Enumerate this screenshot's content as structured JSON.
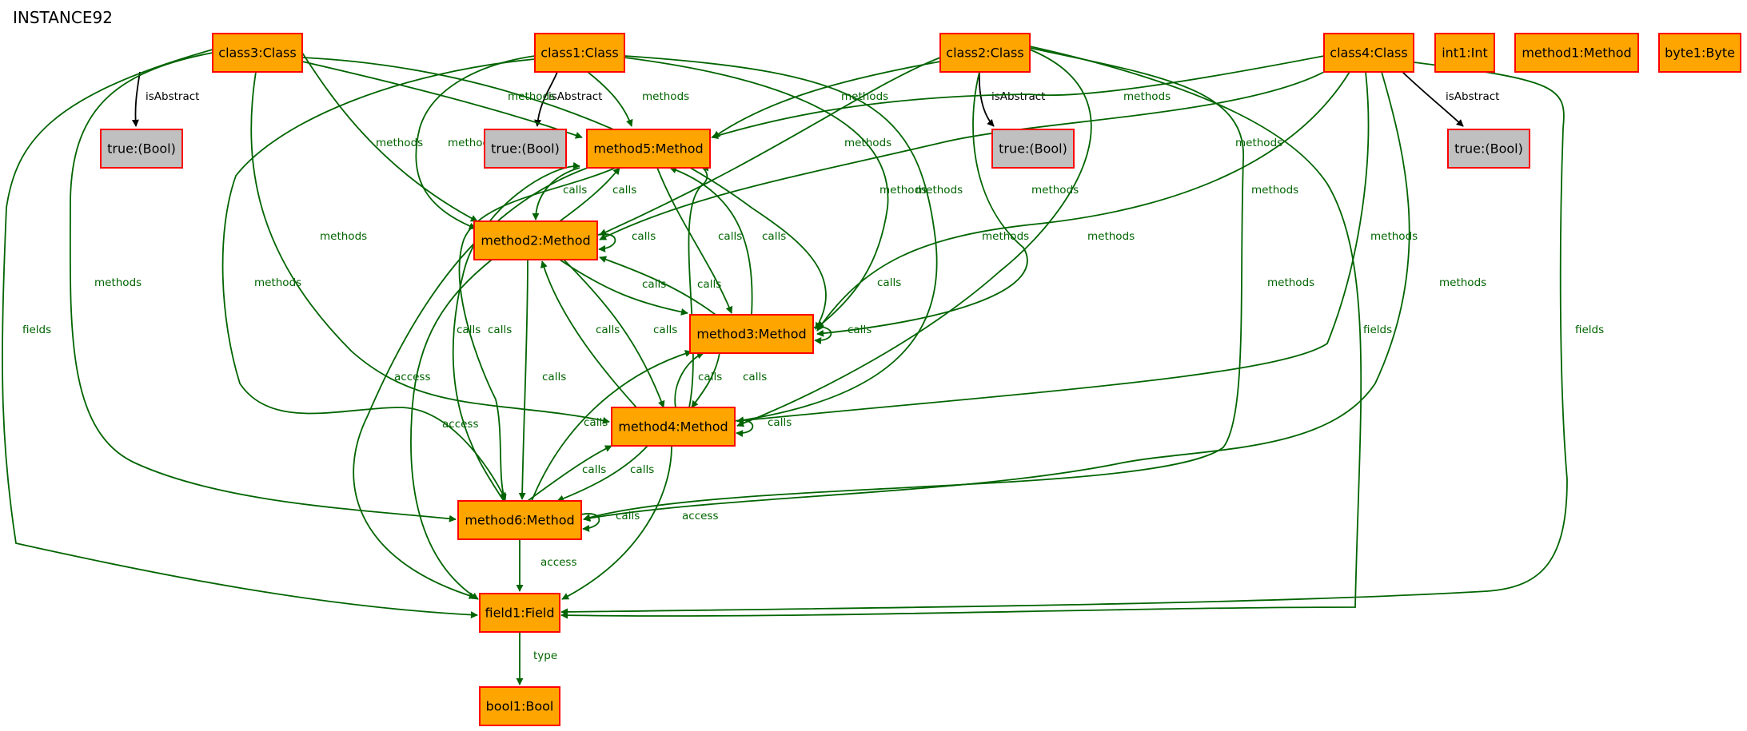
{
  "title": "INSTANCE92",
  "colors": {
    "object": "#ffa500",
    "value": "#c0c0c0",
    "border": "#ff0000",
    "ref_edge": "#006400",
    "attr_edge": "#000000"
  },
  "nodes": [
    {
      "id": "class3",
      "label": "class3:Class",
      "kind": "object"
    },
    {
      "id": "class1",
      "label": "class1:Class",
      "kind": "object"
    },
    {
      "id": "class2",
      "label": "class2:Class",
      "kind": "object"
    },
    {
      "id": "class4",
      "label": "class4:Class",
      "kind": "object"
    },
    {
      "id": "int1",
      "label": "int1:Int",
      "kind": "object"
    },
    {
      "id": "method1",
      "label": "method1:Method",
      "kind": "object"
    },
    {
      "id": "byte1",
      "label": "byte1:Byte",
      "kind": "object"
    },
    {
      "id": "tb1",
      "label": "true:(Bool)",
      "kind": "value"
    },
    {
      "id": "tb2",
      "label": "true:(Bool)",
      "kind": "value"
    },
    {
      "id": "method5",
      "label": "method5:Method",
      "kind": "object"
    },
    {
      "id": "tb3",
      "label": "true:(Bool)",
      "kind": "value"
    },
    {
      "id": "tb4",
      "label": "true:(Bool)",
      "kind": "value"
    },
    {
      "id": "method2",
      "label": "method2:Method",
      "kind": "object"
    },
    {
      "id": "method3",
      "label": "method3:Method",
      "kind": "object"
    },
    {
      "id": "method4",
      "label": "method4:Method",
      "kind": "object"
    },
    {
      "id": "method6",
      "label": "method6:Method",
      "kind": "object"
    },
    {
      "id": "field1",
      "label": "field1:Field",
      "kind": "object"
    },
    {
      "id": "bool1",
      "label": "bool1:Bool",
      "kind": "object"
    }
  ],
  "edges": [
    {
      "from": "class3",
      "to": "tb1",
      "label": "isAbstract",
      "kind": "attr"
    },
    {
      "from": "class1",
      "to": "tb2",
      "label": "isAbstract",
      "kind": "attr"
    },
    {
      "from": "class2",
      "to": "tb3",
      "label": "isAbstract",
      "kind": "attr"
    },
    {
      "from": "class4",
      "to": "tb4",
      "label": "isAbstract",
      "kind": "attr"
    },
    {
      "from": "class3",
      "to": "method5",
      "label": "methods",
      "kind": "ref"
    },
    {
      "from": "class3",
      "to": "method2",
      "label": "methods",
      "kind": "ref"
    },
    {
      "from": "class3",
      "to": "method3",
      "label": "methods",
      "kind": "ref"
    },
    {
      "from": "class3",
      "to": "method4",
      "label": "methods",
      "kind": "ref"
    },
    {
      "from": "class3",
      "to": "method6",
      "label": "methods",
      "kind": "ref"
    },
    {
      "from": "class3",
      "to": "field1",
      "label": "fields",
      "kind": "ref"
    },
    {
      "from": "class1",
      "to": "method5",
      "label": "methods",
      "kind": "ref"
    },
    {
      "from": "class1",
      "to": "method2",
      "label": "methods",
      "kind": "ref"
    },
    {
      "from": "class1",
      "to": "method6",
      "label": "methods",
      "kind": "ref"
    },
    {
      "from": "class1",
      "to": "method3",
      "label": "methods",
      "kind": "ref"
    },
    {
      "from": "class1",
      "to": "method4",
      "label": "methods",
      "kind": "ref"
    },
    {
      "from": "class2",
      "to": "method5",
      "label": "methods",
      "kind": "ref"
    },
    {
      "from": "class2",
      "to": "method2",
      "label": "methods",
      "kind": "ref"
    },
    {
      "from": "class2",
      "to": "method3",
      "label": "methods",
      "kind": "ref"
    },
    {
      "from": "class2",
      "to": "method4",
      "label": "methods",
      "kind": "ref"
    },
    {
      "from": "class2",
      "to": "method6",
      "label": "methods",
      "kind": "ref"
    },
    {
      "from": "class2",
      "to": "field1",
      "label": "fields",
      "kind": "ref"
    },
    {
      "from": "class4",
      "to": "method5",
      "label": "methods",
      "kind": "ref"
    },
    {
      "from": "class4",
      "to": "method2",
      "label": "methods",
      "kind": "ref"
    },
    {
      "from": "class4",
      "to": "method3",
      "label": "methods",
      "kind": "ref"
    },
    {
      "from": "class4",
      "to": "method4",
      "label": "methods",
      "kind": "ref"
    },
    {
      "from": "class4",
      "to": "method6",
      "label": "methods",
      "kind": "ref"
    },
    {
      "from": "class4",
      "to": "field1",
      "label": "fields",
      "kind": "ref"
    },
    {
      "from": "method2",
      "to": "method5",
      "label": "calls",
      "kind": "ref"
    },
    {
      "from": "method5",
      "to": "method2",
      "label": "calls",
      "kind": "ref"
    },
    {
      "from": "method2",
      "to": "method2",
      "label": "calls",
      "kind": "ref"
    },
    {
      "from": "method5",
      "to": "method3",
      "label": "calls",
      "kind": "ref"
    },
    {
      "from": "method3",
      "to": "method5",
      "label": "calls",
      "kind": "ref"
    },
    {
      "from": "method2",
      "to": "method3",
      "label": "calls",
      "kind": "ref"
    },
    {
      "from": "method3",
      "to": "method2",
      "label": "calls",
      "kind": "ref"
    },
    {
      "from": "method4",
      "to": "method5",
      "label": "calls",
      "kind": "ref"
    },
    {
      "from": "method6",
      "to": "method5",
      "label": "calls",
      "kind": "ref"
    },
    {
      "from": "method3",
      "to": "method3",
      "label": "calls",
      "kind": "ref"
    },
    {
      "from": "method2",
      "to": "method4",
      "label": "calls",
      "kind": "ref"
    },
    {
      "from": "method4",
      "to": "method2",
      "label": "calls",
      "kind": "ref"
    },
    {
      "from": "method2",
      "to": "method6",
      "label": "calls",
      "kind": "ref"
    },
    {
      "from": "method3",
      "to": "method4",
      "label": "calls",
      "kind": "ref"
    },
    {
      "from": "method4",
      "to": "method3",
      "label": "calls",
      "kind": "ref"
    },
    {
      "from": "method4",
      "to": "method4",
      "label": "calls",
      "kind": "ref"
    },
    {
      "from": "method6",
      "to": "method3",
      "label": "calls",
      "kind": "ref"
    },
    {
      "from": "method4",
      "to": "method6",
      "label": "calls",
      "kind": "ref"
    },
    {
      "from": "method6",
      "to": "method4",
      "label": "calls",
      "kind": "ref"
    },
    {
      "from": "method6",
      "to": "method6",
      "label": "calls",
      "kind": "ref"
    },
    {
      "from": "method5",
      "to": "method6",
      "label": "calls",
      "kind": "ref"
    },
    {
      "from": "method5",
      "to": "field1",
      "label": "access",
      "kind": "ref"
    },
    {
      "from": "method2",
      "to": "field1",
      "label": "access",
      "kind": "ref"
    },
    {
      "from": "method6",
      "to": "field1",
      "label": "access",
      "kind": "ref"
    },
    {
      "from": "method4",
      "to": "field1",
      "label": "access",
      "kind": "ref"
    },
    {
      "from": "field1",
      "to": "bool1",
      "label": "type",
      "kind": "ref"
    }
  ]
}
